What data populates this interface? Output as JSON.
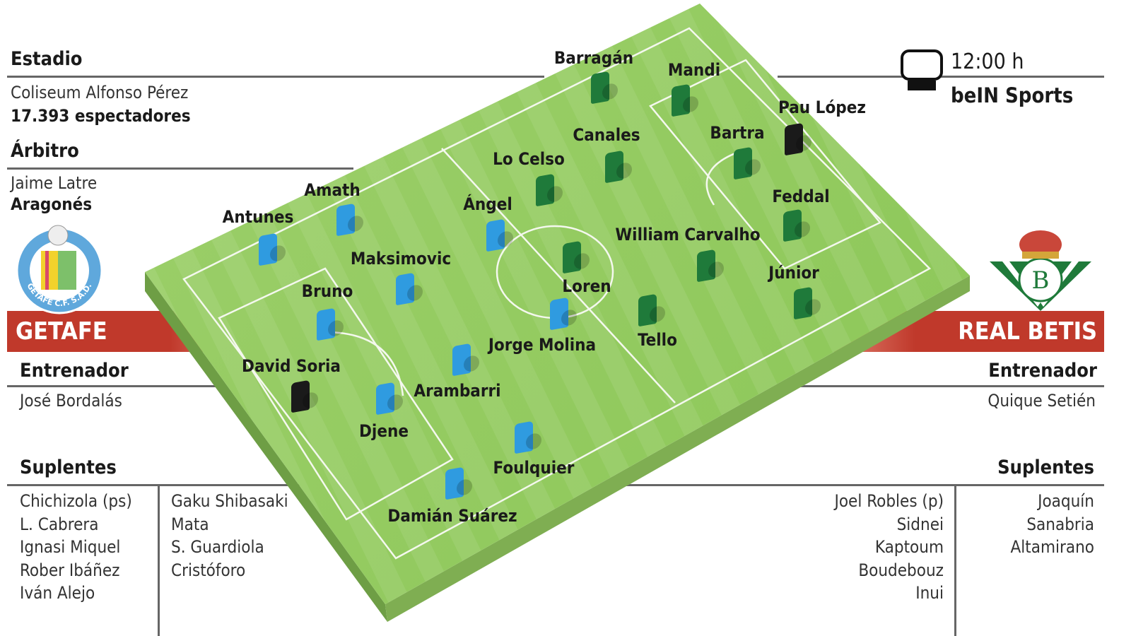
{
  "stadium": {
    "heading": "Estadio",
    "name": "Coliseum Alfonso Pérez",
    "attendance": "17.393 espectadores"
  },
  "referee": {
    "heading": "Árbitro",
    "name": "Jaime Latre",
    "region": "Aragonés"
  },
  "broadcast": {
    "time": "12:00 h",
    "channel": "beIN Sports",
    "icon": "tv-icon"
  },
  "home": {
    "name": "GETAFE",
    "crest_text": "GETAFE C.F. S.A.D.",
    "coach_heading": "Entrenador",
    "coach": "José Bordalás",
    "subs_heading": "Suplentes",
    "subs_col1": [
      "Chichizola (ps)",
      "L. Cabrera",
      "Ignasi Miquel",
      "Rober Ibáñez",
      "Iván Alejo"
    ],
    "subs_col2": [
      "Gaku Shibasaki",
      "Mata",
      "S. Guardiola",
      "Cristóforo"
    ],
    "color": "#2f9be0",
    "band_color": "#c0392b"
  },
  "away": {
    "name": "REAL BETIS",
    "coach_heading": "Entrenador",
    "coach": "Quique Setién",
    "subs_heading": "Suplentes",
    "subs_col1": [
      "Joel Robles (p)",
      "Sidnei",
      "Kaptoum",
      "Boudebouz",
      "Inui"
    ],
    "subs_col2": [
      "Joaquín",
      "Sanabria",
      "Altamirano"
    ],
    "color": "#1f7a3a",
    "band_color": "#c0392b"
  },
  "players": [
    {
      "name": "Antunes",
      "team": "home"
    },
    {
      "name": "Amath",
      "team": "home"
    },
    {
      "name": "Maksimovic",
      "team": "home"
    },
    {
      "name": "Bruno",
      "team": "home"
    },
    {
      "name": "David Soria",
      "team": "home",
      "goalkeeper": true
    },
    {
      "name": "Ángel",
      "team": "home"
    },
    {
      "name": "Arambarri",
      "team": "home"
    },
    {
      "name": "Djene",
      "team": "home"
    },
    {
      "name": "Jorge Molina",
      "team": "home"
    },
    {
      "name": "Foulquier",
      "team": "home"
    },
    {
      "name": "Damián Suárez",
      "team": "home"
    },
    {
      "name": "Barragán",
      "team": "away"
    },
    {
      "name": "Mandi",
      "team": "away"
    },
    {
      "name": "Pau López",
      "team": "away",
      "goalkeeper": true
    },
    {
      "name": "Canales",
      "team": "away"
    },
    {
      "name": "Bartra",
      "team": "away"
    },
    {
      "name": "Lo Celso",
      "team": "away"
    },
    {
      "name": "Feddal",
      "team": "away"
    },
    {
      "name": "William Carvalho",
      "team": "away"
    },
    {
      "name": "Loren",
      "team": "away"
    },
    {
      "name": "Júnior",
      "team": "away"
    },
    {
      "name": "Tello",
      "team": "away"
    }
  ]
}
